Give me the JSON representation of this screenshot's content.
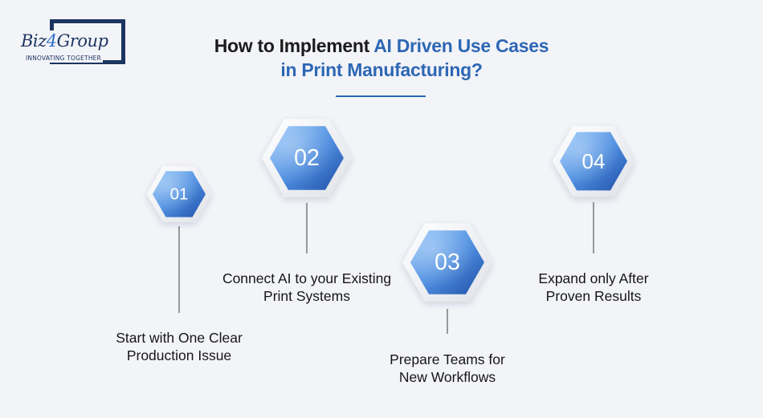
{
  "logo": {
    "brand_part1": "Biz",
    "brand_part2": "4",
    "brand_part3": "Group",
    "tagline": "INNOVATING TOGETHER"
  },
  "title": {
    "line1_plain": "How to Implement ",
    "line1_highlight": "AI Driven Use Cases",
    "line2_highlight": "in Print Manufacturing?"
  },
  "colors": {
    "accent": "#2e67b4",
    "navy": "#1c3561",
    "hex_dark": "#1f4fa8",
    "hex_light": "#6aaef5"
  },
  "steps": [
    {
      "number": "01",
      "line1": "Start with One Clear",
      "line2": "Production Issue"
    },
    {
      "number": "02",
      "line1": "Connect AI to your Existing",
      "line2": "Print Systems"
    },
    {
      "number": "03",
      "line1": "Prepare Teams for",
      "line2": "New Workflows"
    },
    {
      "number": "04",
      "line1": "Expand only After",
      "line2": "Proven Results"
    }
  ]
}
